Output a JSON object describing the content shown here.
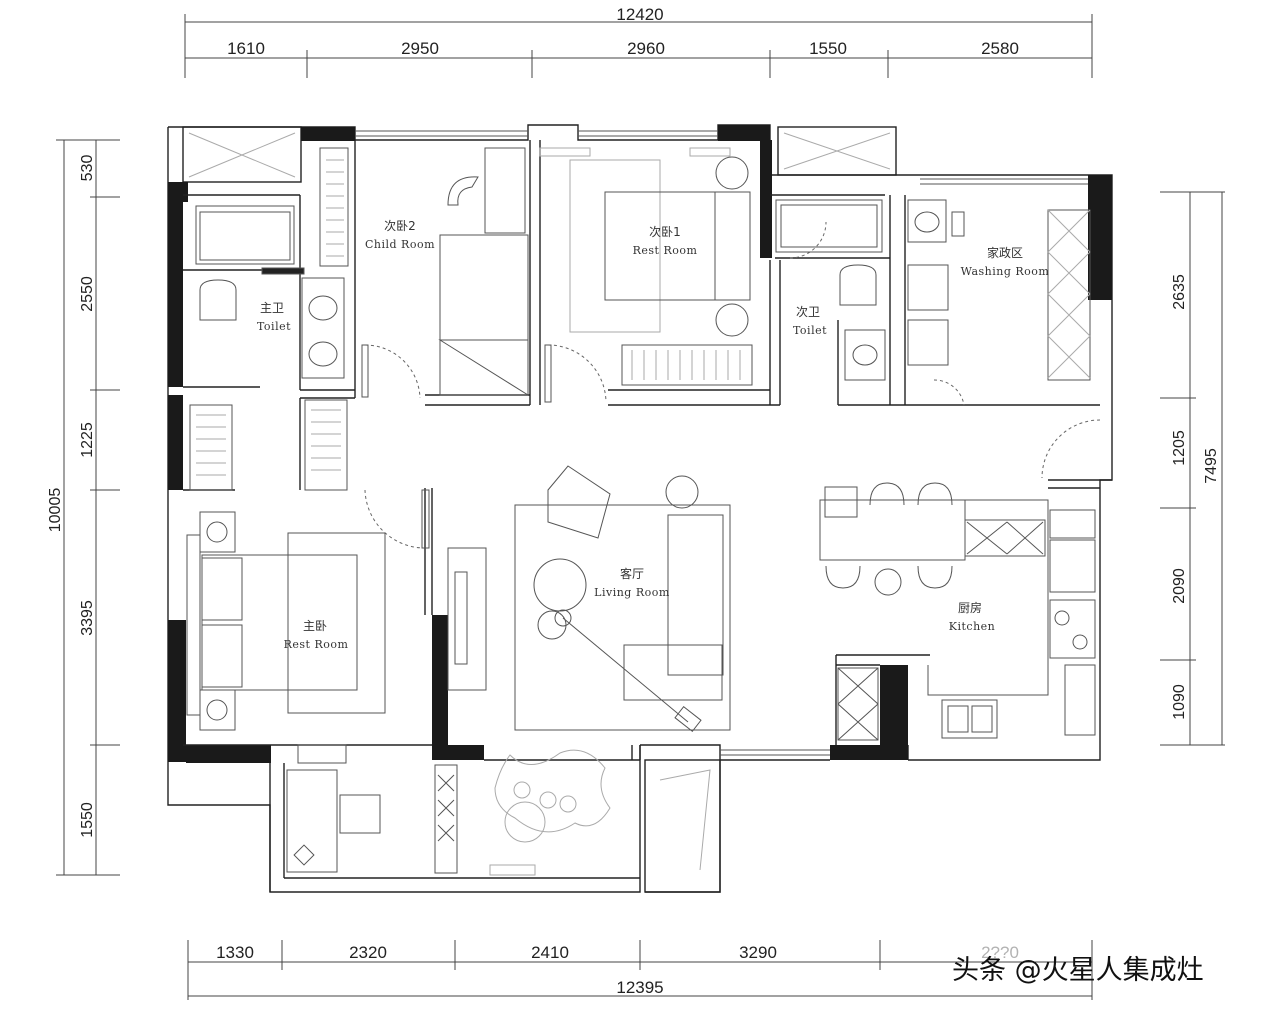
{
  "dimensions": {
    "top_total": "12420",
    "top_segments": [
      "1610",
      "2950",
      "2960",
      "1550",
      "2580"
    ],
    "bottom_total": "12395",
    "bottom_segments": [
      "1330",
      "2320",
      "2410",
      "3290",
      "2??0"
    ],
    "left_total": "10005",
    "left_segments": [
      "530",
      "2550",
      "1225",
      "3395",
      "1550"
    ],
    "right_total": "7495",
    "right_segments": [
      "2635",
      "1205",
      "2090",
      "1090"
    ]
  },
  "rooms": {
    "master_toilet": {
      "zh": "主卫",
      "en": "Toilet"
    },
    "child_room": {
      "zh": "次卧2",
      "en": "Child Room"
    },
    "bedroom1": {
      "zh": "次卧1",
      "en": "Rest Room"
    },
    "second_toilet": {
      "zh": "次卫",
      "en": "Toilet"
    },
    "laundry": {
      "zh": "家政区",
      "en": "Washing Room"
    },
    "living": {
      "zh": "客厅",
      "en": "Living Room"
    },
    "master_bedroom": {
      "zh": "主卧",
      "en": "Rest Room"
    },
    "kitchen": {
      "zh": "厨房",
      "en": "Kitchen"
    }
  },
  "watermark": "头条 @火星人集成灶"
}
